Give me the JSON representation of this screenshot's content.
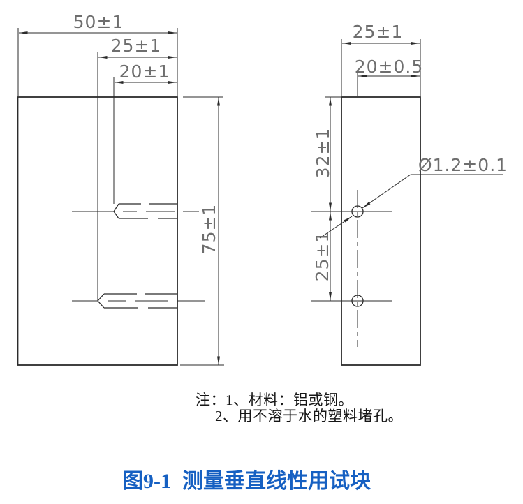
{
  "drawing": {
    "front_view": {
      "dim_width": "50±1",
      "dim_hole2_depth": "25±1",
      "dim_hole1_depth": "20±1",
      "dim_height": "75±1"
    },
    "side_view": {
      "dim_width": "25±1",
      "dim_hole_offset": "20±0.5",
      "dim_top_to_hole1": "32±1",
      "dim_hole1_to_hole2": "25±1",
      "dim_hole_diameter": "Ø1.2±0.1"
    }
  },
  "notes": {
    "line1": "注：1、材料：铝或钢。",
    "line2": "2、用不溶于水的塑料堵孔。"
  },
  "caption": {
    "figure_number": "图9-1",
    "title": "测量垂直线性用试块"
  },
  "colors": {
    "line": "#2b2b2b",
    "dim_text": "#6e6e6e",
    "caption_blue": "#1660c2",
    "note_text": "#161616"
  }
}
